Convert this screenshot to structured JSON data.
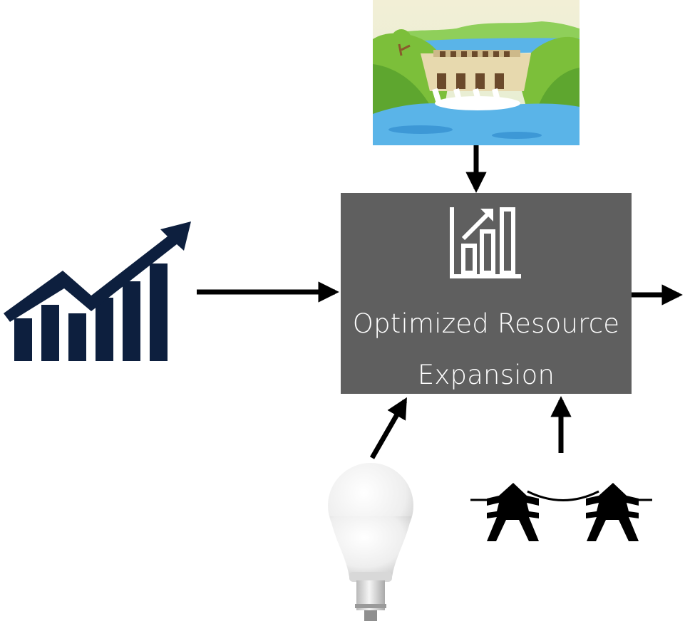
{
  "center_node": {
    "title_line1": "Optimized Resource",
    "title_line2": "Expansion",
    "icon": "bar-chart-growth-icon"
  },
  "inputs": [
    {
      "icon": "hydro-dam-icon",
      "direction": "from-top"
    },
    {
      "icon": "growth-chart-icon",
      "direction": "from-left"
    },
    {
      "icon": "light-bulb-icon",
      "direction": "from-bottom-left"
    },
    {
      "icon": "transmission-towers-icon",
      "direction": "from-bottom-right"
    }
  ],
  "output": {
    "direction": "to-right"
  },
  "colors": {
    "box": "#5f5f5f",
    "navy": "#0d1f3e",
    "arrow": "#000000",
    "water": "#5ab4e8",
    "grass": "#7cbf3a"
  }
}
